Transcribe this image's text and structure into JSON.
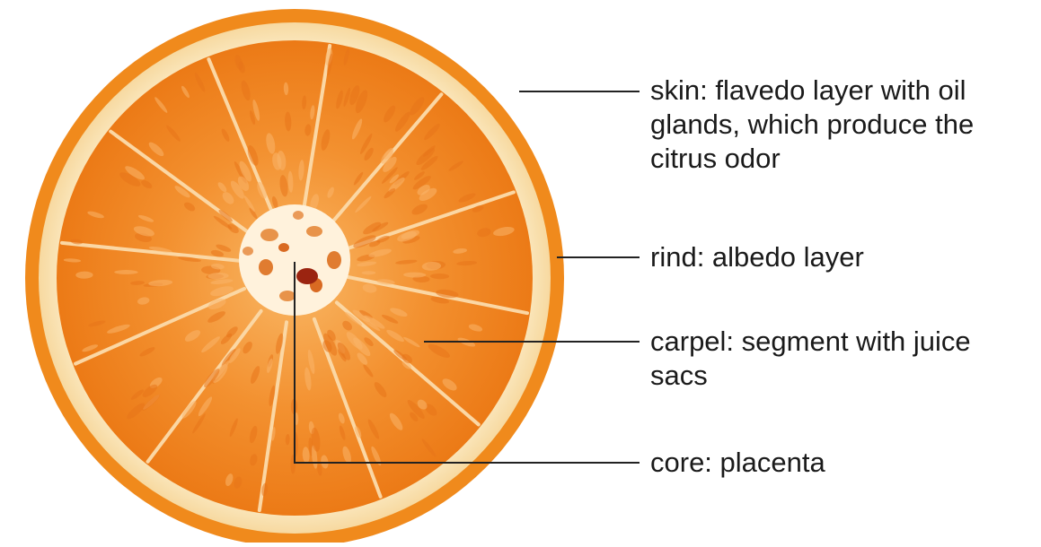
{
  "labels": {
    "skin": [
      "skin: flavedo layer with oil",
      "glands, which produce the",
      "citrus odor"
    ],
    "rind": [
      "rind: albedo layer"
    ],
    "carpel": [
      "carpel: segment with juice",
      "sacs"
    ],
    "core": [
      "core: placenta"
    ]
  },
  "colors": {
    "peel_outer": "#f08a1c",
    "albedo": "#fbe6b8",
    "flesh": "#f0821e",
    "flesh_light": "#f7a84a",
    "core": "#fff3e0",
    "leader_line": "#222222",
    "text": "#1a1a1a"
  },
  "segment_count": 12
}
